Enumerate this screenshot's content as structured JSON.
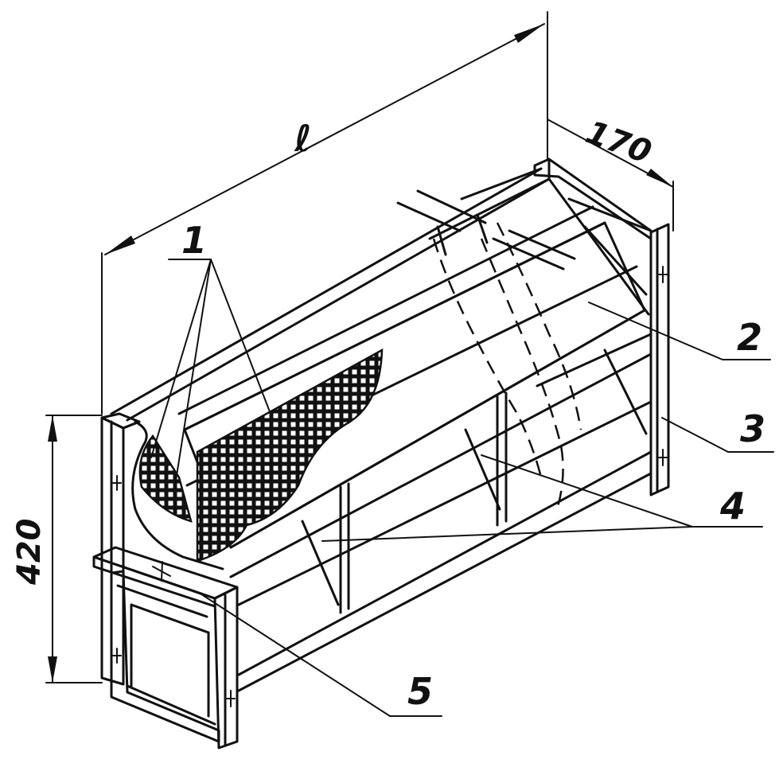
{
  "dimensions": {
    "length": "ℓ",
    "depth": "170",
    "height": "420"
  },
  "callouts": {
    "c1": "1",
    "c2": "2",
    "c3": "3",
    "c4": "4",
    "c5": "5"
  },
  "colors": {
    "ink": "#111111",
    "paper": "#ffffff"
  }
}
